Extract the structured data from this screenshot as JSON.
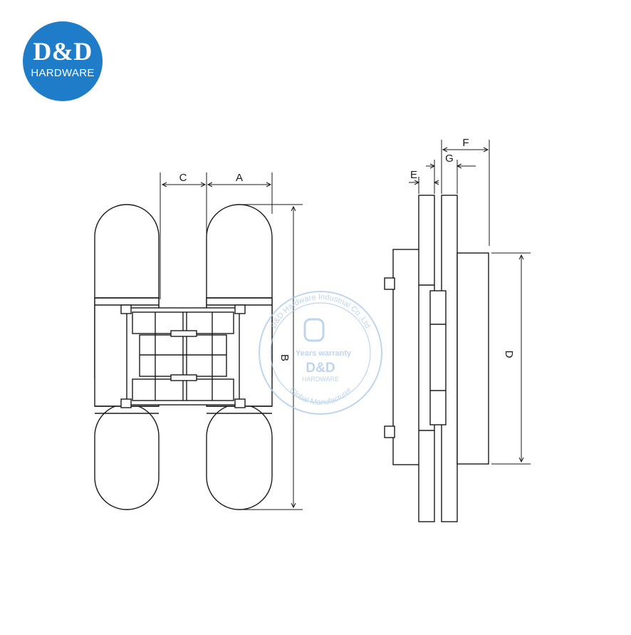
{
  "brand": {
    "mark": "D&D",
    "sub": "HARDWARE",
    "color": "#1f7cc8"
  },
  "dimensions": {
    "a": "A",
    "b": "B",
    "c": "C",
    "d": "D",
    "e": "E",
    "f": "F",
    "g": "G"
  },
  "watermark": {
    "ring_text": "D&D Hardware Industrial Co.,Ltd",
    "ring_bottom": "Global Manufacturer",
    "warranty": "Years warranty",
    "mark": "D&D",
    "sub": "HARDWARE",
    "color": "#a9c8e6"
  },
  "line_color": "#1a1a1a",
  "fill_color": "#ffffff"
}
